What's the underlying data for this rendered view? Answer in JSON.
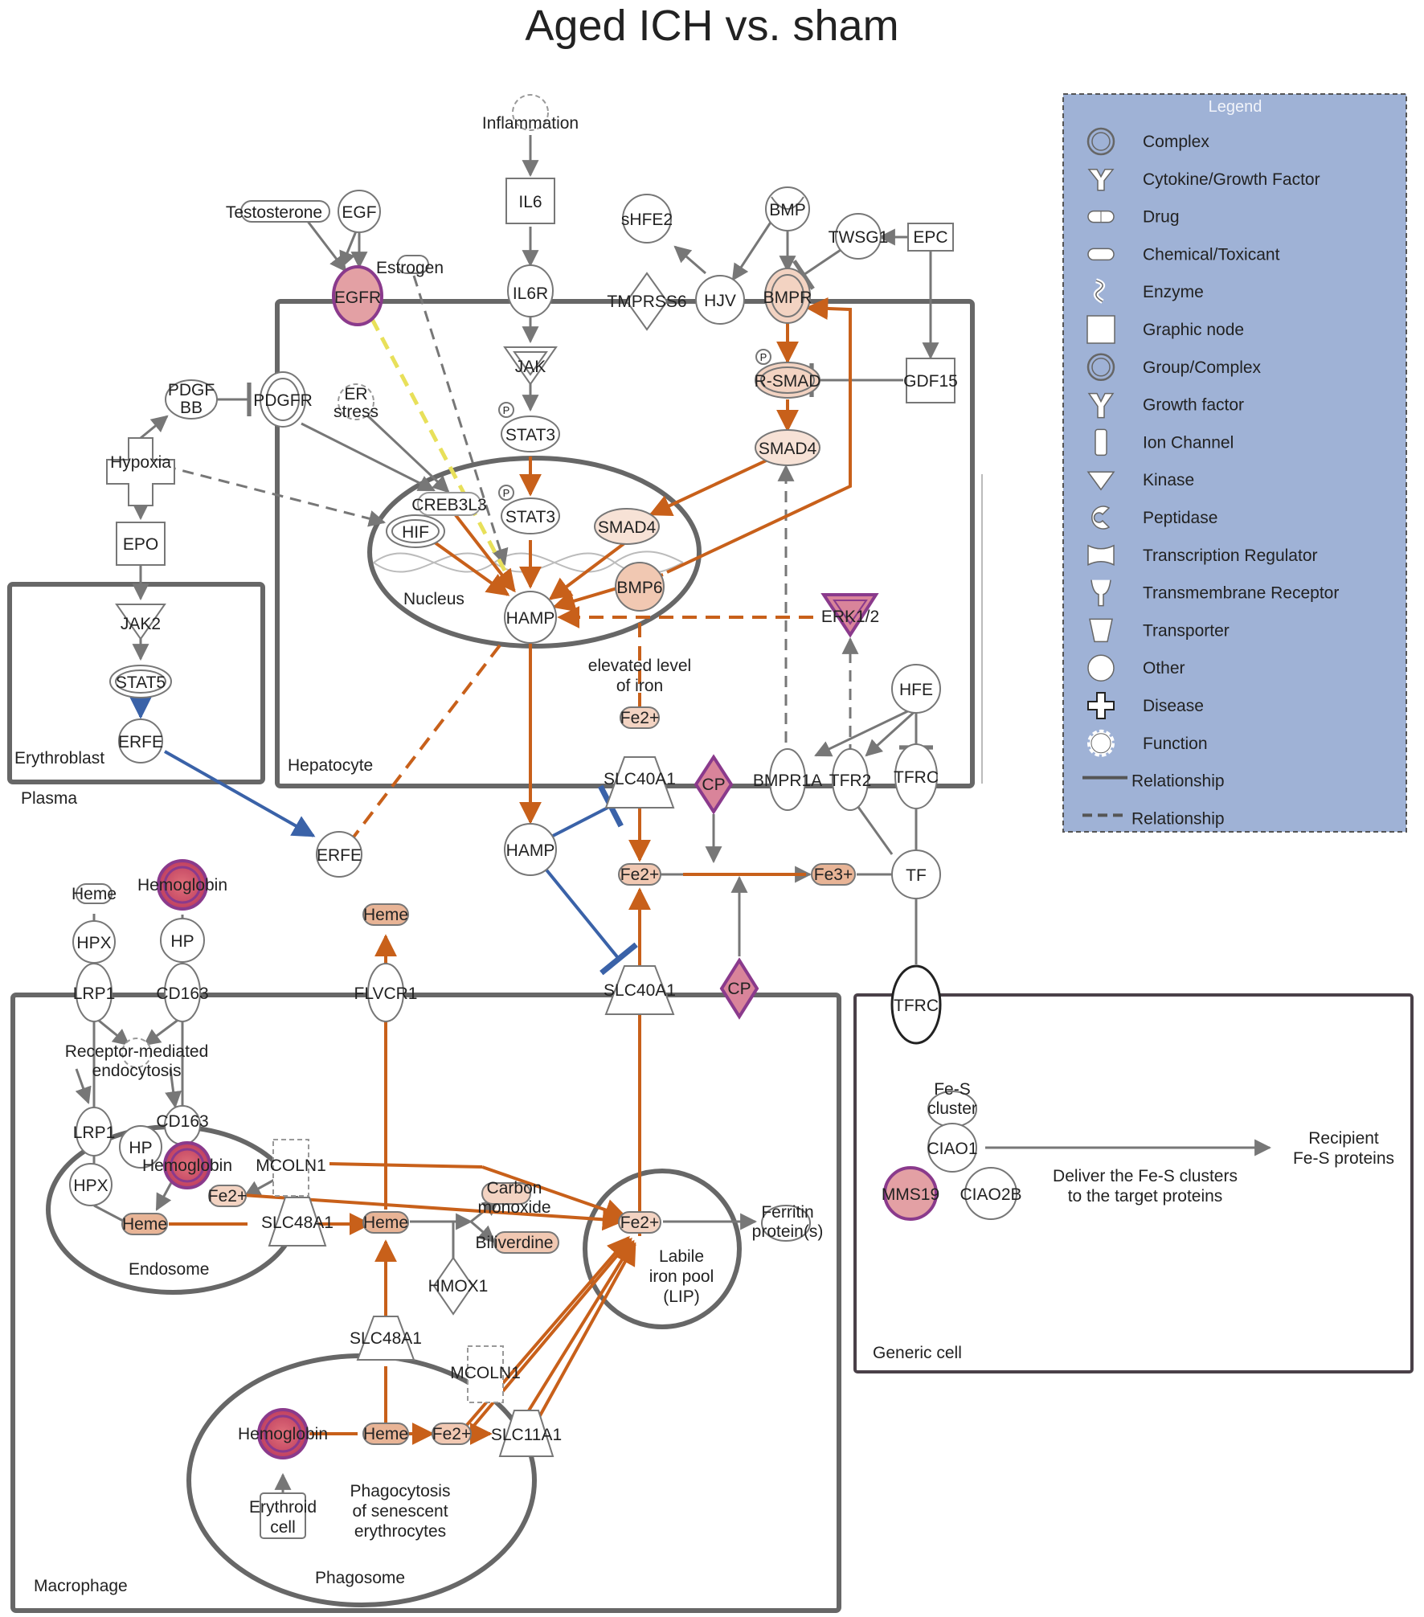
{
  "title": "Aged ICH vs. sham",
  "colors": {
    "activation": "#c8601a",
    "inhibition_blue": "#3a62a8",
    "line": "#777777",
    "compartment": "#676767",
    "legend_bg": "#9fb2d6",
    "node_light": "#f7e2d6",
    "node_mid": "#e8b496",
    "node_strong": "#e3a0a4",
    "node_border_purple": "#8a3a8c",
    "predicted": "#e8e05a"
  },
  "compartments": {
    "hepatocyte": "Hepatocyte",
    "erythroblast": "Erythroblast",
    "plasma": "Plasma",
    "nucleus": "Nucleus",
    "macrophage": "Macrophage",
    "endosome": "Endosome",
    "phagosome": "Phagosome",
    "lip": "Labile\niron pool\n(LIP)",
    "generic": "Generic cell"
  },
  "nodes": {
    "inflammation": "Inflammation",
    "il6": "IL6",
    "il6r": "IL6R",
    "jak": "JAK",
    "stat3_a": "STAT3",
    "stat3_b": "STAT3",
    "testosterone": "Testosterone",
    "egf": "EGF",
    "egfr": "EGFR",
    "estrogen": "Estrogen",
    "shfe2": "sHFE2",
    "bmp": "BMP",
    "twsg1": "TWSG1",
    "epc": "EPC",
    "tmprss6": "TMPRSS6",
    "hjv": "HJV",
    "bmpr": "BMPR",
    "rsmad": "R-SMAD",
    "gdf15": "GDF15",
    "smad4_a": "SMAD4",
    "smad4_b": "SMAD4",
    "pdgfbb": "PDGF\nBB",
    "pdgfr": "PDGFR",
    "er_stress": "ER\nstress",
    "hypoxia": "Hypoxia",
    "creb3l3": "CREB3L3",
    "hif": "HIF",
    "bmp6": "BMP6",
    "hamp_nuc": "HAMP",
    "erk": "ERK1/2",
    "epo": "EPO",
    "jak2": "JAK2",
    "stat5": "STAT5",
    "erfe_a": "ERFE",
    "erfe_b": "ERFE",
    "elevated": "elevated level\nof iron",
    "fe2_hep": "Fe2+",
    "slc40a1_hep": "SLC40A1",
    "cp_a": "CP",
    "bmpr1a": "BMPR1A",
    "tfr2": "TFR2",
    "hfe": "HFE",
    "tfrc_a": "TFRC",
    "hamp_pl": "HAMP",
    "fe2_pl": "Fe2+",
    "fe3": "Fe3+",
    "tf": "TF",
    "heme_top": "Heme",
    "hemoglobin_top": "Hemoglobin",
    "hpx": "HPX",
    "hp": "HP",
    "lrp1": "LRP1",
    "cd163": "CD163",
    "flvcr1": "FLVCR1",
    "heme_fl": "Heme",
    "slc40a1_mac": "SLC40A1",
    "cp_b": "CP",
    "tfrc_b": "TFRC",
    "rme": "Receptor-mediated\nendocytosis",
    "lrp1_b": "LRP1",
    "cd163_b": "CD163",
    "hp_b": "HP",
    "hpx_b": "HPX",
    "hemoglobin_endo": "Hemoglobin",
    "mcoln1_a": "MCOLN1",
    "fe2_endo": "Fe2+",
    "heme_endo": "Heme",
    "slc48a1_a": "SLC48A1",
    "heme_mid": "Heme",
    "co": "Carbon\nmonoxide",
    "biliverdine": "Biliverdine",
    "hmox1": "HMOX1",
    "fe2_lip": "Fe2+",
    "ferritin": "Ferritin\nprotein(s)",
    "slc48a1_b": "SLC48A1",
    "mcoln1_b": "MCOLN1",
    "hemoglobin_ph": "Hemoglobin",
    "heme_ph": "Heme",
    "fe2_ph": "Fe2+",
    "slc11a1": "SLC11A1",
    "erythroid": "Erythroid\ncell",
    "phago": "Phagocytosis\nof senescent\nerythrocytes",
    "fes": "Fe-S\ncluster",
    "ciao1": "CIAO1",
    "mms19": "MMS19",
    "ciao2b": "CIAO2B",
    "recipient": "Recipient\nFe-S proteins",
    "deliver": "Deliver the Fe-S clusters\nto the target proteins"
  },
  "legend": {
    "title": "Legend",
    "items": [
      {
        "icon": "complex-icon",
        "label": "Complex"
      },
      {
        "icon": "cytokine-icon",
        "label": "Cytokine/Growth Factor"
      },
      {
        "icon": "drug-icon",
        "label": "Drug"
      },
      {
        "icon": "chemical-icon",
        "label": "Chemical/Toxicant"
      },
      {
        "icon": "enzyme-icon",
        "label": "Enzyme"
      },
      {
        "icon": "graphic-node-icon",
        "label": "Graphic node"
      },
      {
        "icon": "group-complex-icon",
        "label": "Group/Complex"
      },
      {
        "icon": "growth-factor-icon",
        "label": "Growth factor"
      },
      {
        "icon": "ion-channel-icon",
        "label": "Ion Channel"
      },
      {
        "icon": "kinase-icon",
        "label": "Kinase"
      },
      {
        "icon": "peptidase-icon",
        "label": "Peptidase"
      },
      {
        "icon": "transcription-regulator-icon",
        "label": "Transcription Regulator"
      },
      {
        "icon": "transmembrane-receptor-icon",
        "label": "Transmembrane Receptor"
      },
      {
        "icon": "transporter-icon",
        "label": "Transporter"
      },
      {
        "icon": "other-icon",
        "label": "Other"
      },
      {
        "icon": "disease-icon",
        "label": "Disease"
      },
      {
        "icon": "function-icon",
        "label": "Function"
      },
      {
        "icon": "solid-line-icon",
        "label": "Relationship"
      },
      {
        "icon": "dashed-line-icon",
        "label": "Relationship"
      }
    ]
  }
}
